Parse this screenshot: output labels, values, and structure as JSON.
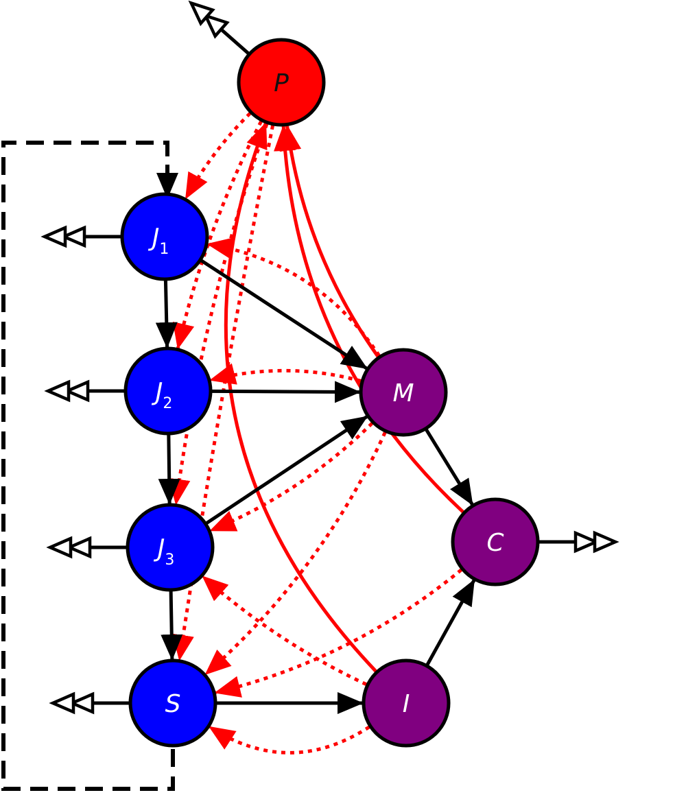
{
  "colors": {
    "blue_node": "#0000ff",
    "red_node": "#ff0000",
    "purple_node": "#800080",
    "flow": "#000000",
    "feedback": "#ff0000"
  },
  "nodes": {
    "P": {
      "letter": "P",
      "sub": ""
    },
    "J1": {
      "letter": "J",
      "sub": "1"
    },
    "J2": {
      "letter": "J",
      "sub": "2"
    },
    "J3": {
      "letter": "J",
      "sub": "3"
    },
    "S": {
      "letter": "S",
      "sub": ""
    },
    "M": {
      "letter": "M",
      "sub": ""
    },
    "C": {
      "letter": "C",
      "sub": ""
    },
    "I": {
      "letter": "I",
      "sub": ""
    }
  },
  "edges": {
    "flow": [
      [
        "J1",
        "J2"
      ],
      [
        "J2",
        "J3"
      ],
      [
        "J3",
        "S"
      ],
      [
        "J1",
        "M"
      ],
      [
        "J2",
        "M"
      ],
      [
        "J3",
        "M"
      ],
      [
        "M",
        "C"
      ],
      [
        "S",
        "I"
      ],
      [
        "I",
        "C"
      ]
    ],
    "loss": [
      "P",
      "J1",
      "J2",
      "J3",
      "S",
      "C"
    ],
    "feedback_solid": [
      [
        "M",
        "P"
      ],
      [
        "C",
        "P"
      ],
      [
        "I",
        "P"
      ]
    ],
    "feedback_dotted": [
      [
        "P",
        "J1"
      ],
      [
        "P",
        "J2"
      ],
      [
        "P",
        "J3"
      ],
      [
        "P",
        "S"
      ],
      [
        "M",
        "J1"
      ],
      [
        "M",
        "J2"
      ],
      [
        "M",
        "J3"
      ],
      [
        "M",
        "S"
      ],
      [
        "I",
        "J3"
      ],
      [
        "C",
        "S"
      ],
      [
        "I",
        "S"
      ]
    ]
  },
  "group": {
    "members": [
      "J1",
      "J2",
      "J3",
      "S"
    ],
    "style": "dashed"
  }
}
